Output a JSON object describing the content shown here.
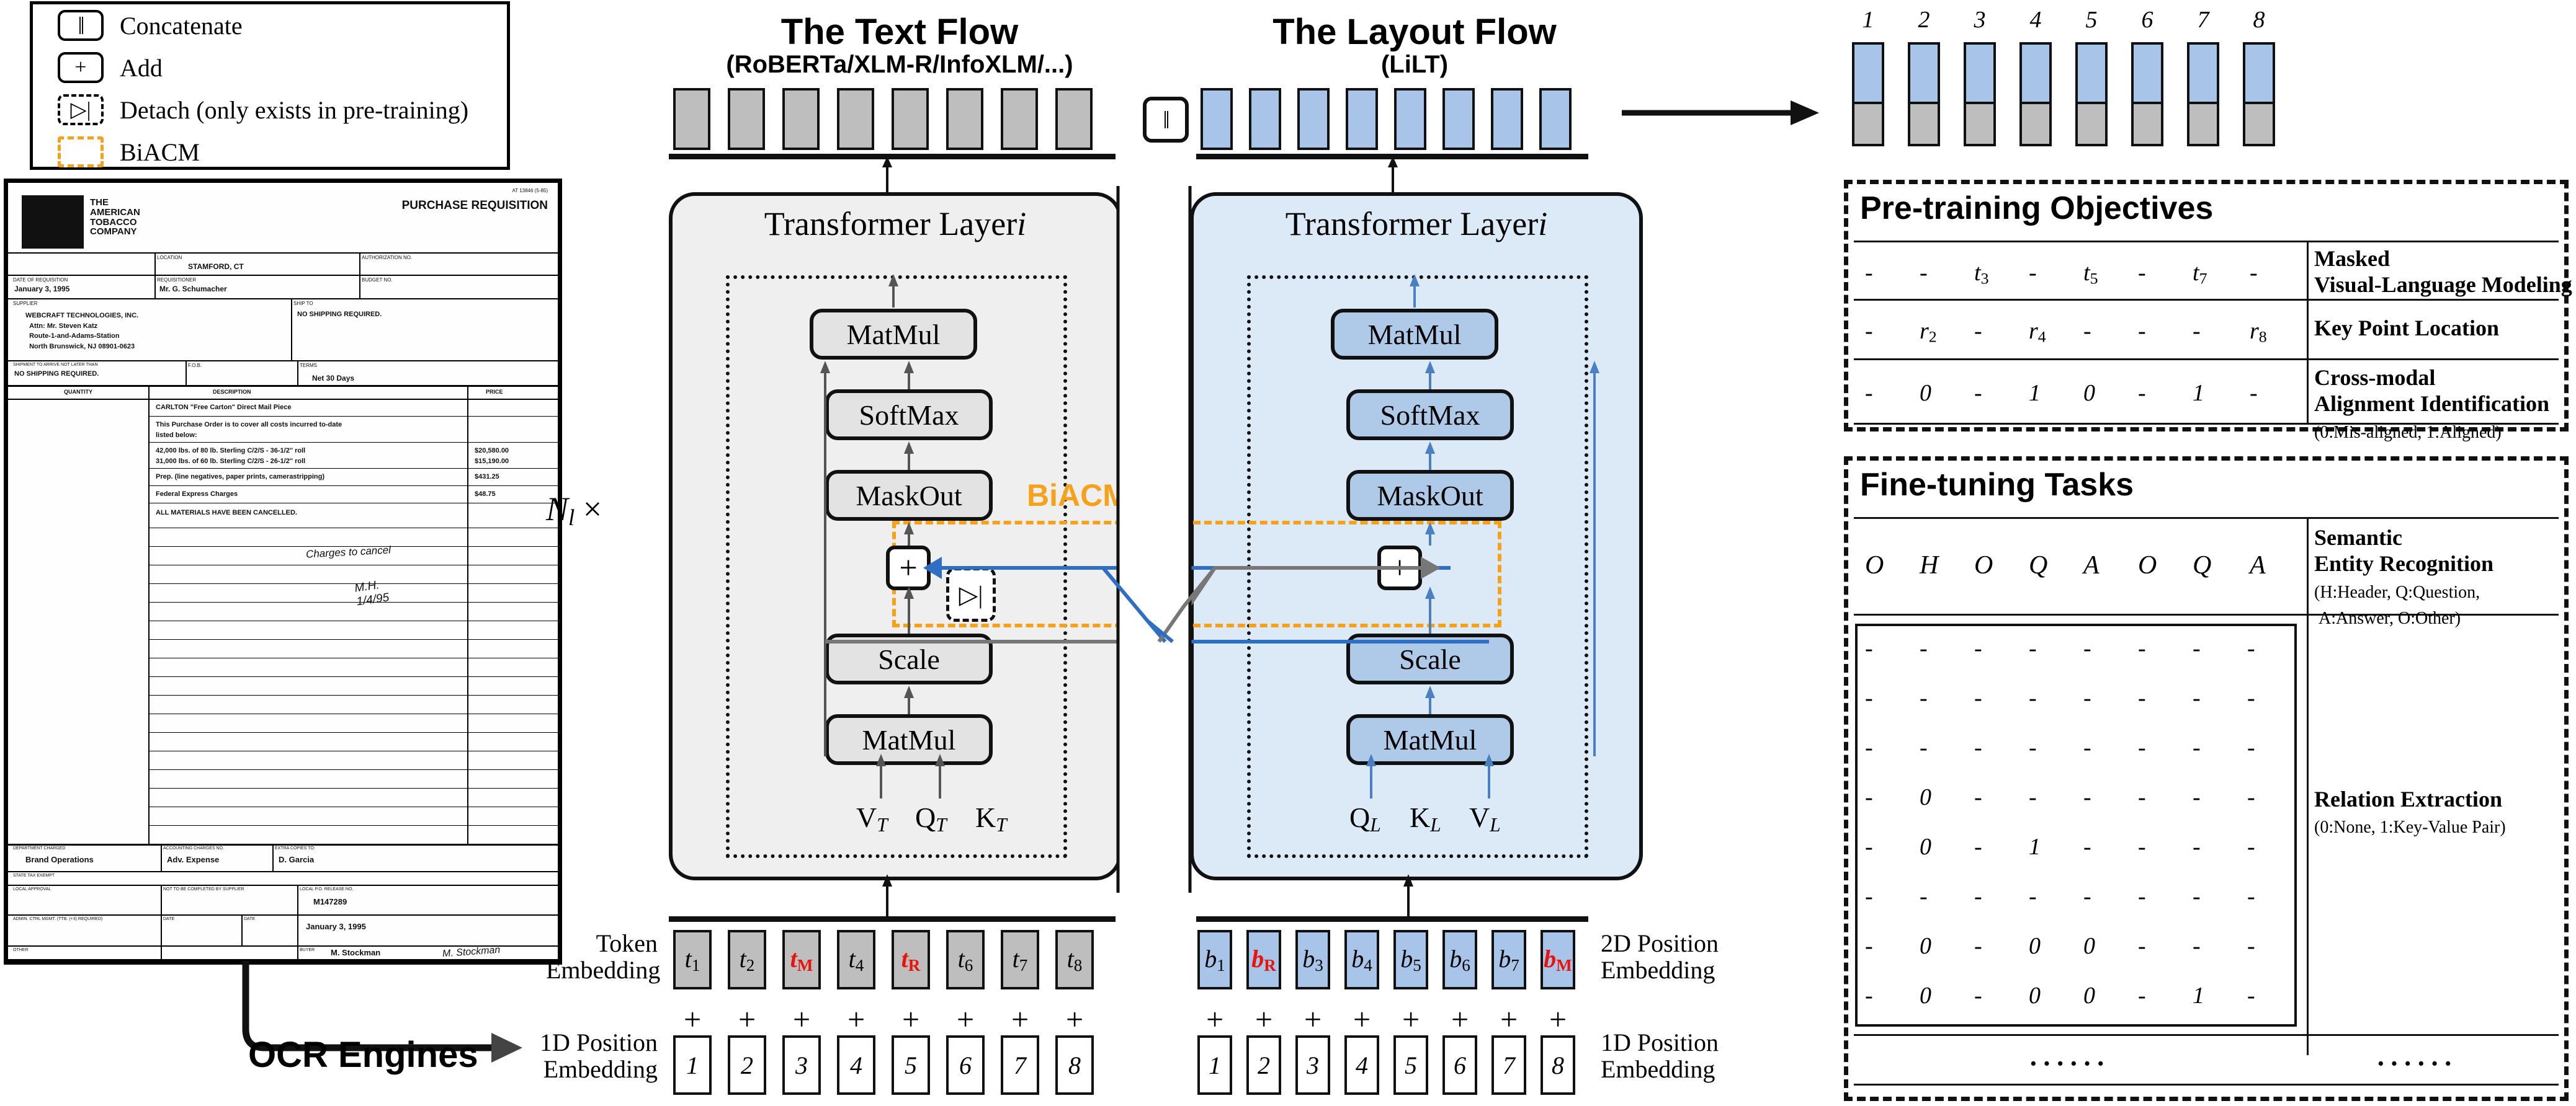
{
  "legend": {
    "items": [
      {
        "glyph": "‖",
        "label": "Concatenate",
        "style": "solid"
      },
      {
        "glyph": "+",
        "label": "Add",
        "style": "solid"
      },
      {
        "glyph": "▷|",
        "label": "Detach (only exists in pre-training)",
        "style": "dashed"
      },
      {
        "glyph": "",
        "label": "BiACM",
        "style": "orange"
      }
    ]
  },
  "document": {
    "company": "THE AMERICAN TOBACCO COMPANY",
    "form_title": "PURCHASE REQUISITION",
    "ref": "AT 13846 (5-85)",
    "fields": [
      {
        "label": "LOCATION",
        "value": "STAMFORD, CT"
      },
      {
        "label": "AUTHORIZATION NO.",
        "value": ""
      },
      {
        "label": "DATE OF REQUISITION",
        "value": "January 3, 1995"
      },
      {
        "label": "REQUISITIONER",
        "value": "Mr. G. Schumacher"
      },
      {
        "label": "BUDGET NO.",
        "value": ""
      },
      {
        "label": "SUPPLIER",
        "value": "WEBCRAFT TECHNOLOGIES, INC.\nAttn: Mr. Steven Katz\nRoute-1-and-Adams-Station\nNorth Brunswick, NJ 08901-0623"
      },
      {
        "label": "SHIP TO",
        "value": "NO SHIPPING REQUIRED."
      },
      {
        "label": "SHIPMENT TO ARRIVE NOT LATER THAN",
        "value": "NO SHIPPING REQUIRED."
      },
      {
        "label": "F.O.B.",
        "value": ""
      },
      {
        "label": "TERMS",
        "value": "Net 30 Days"
      }
    ],
    "table_headers": [
      "QUANTITY",
      "DESCRIPTION",
      "PRICE"
    ],
    "rows": [
      {
        "qty": "",
        "desc": "CARLTON \"Free Carton\" Direct Mail Piece",
        "price": ""
      },
      {
        "qty": "",
        "desc": "This Purchase Order is to cover all costs incurred to-date listed below:",
        "price": ""
      },
      {
        "qty": "",
        "desc": "42,000 lbs. of 80 lb. Sterling C/2/S - 36-1/2\" roll\n31,000 lbs. of 60 lb. Sterling C/2/S - 26-1/2\" roll",
        "price": "$20,580.00\n$15,190.00"
      },
      {
        "qty": "",
        "desc": "Prep. (line negatives, paper prints, camerastripping)",
        "price": "$431.25"
      },
      {
        "qty": "",
        "desc": "Federal Express Charges",
        "price": "$48.75"
      },
      {
        "qty": "",
        "desc": "ALL MATERIALS HAVE BEEN CANCELLED.",
        "price": ""
      }
    ],
    "handwriting": "Charges to cancel",
    "footer": {
      "dept_label": "DEPARTMENT CHARGED",
      "dept_value": "Brand Operations",
      "acct_label": "ACCOUNTING CHARGES NO.",
      "acct_value": "Adv. Expense",
      "extra_label": "EXTRA COPIES TO:",
      "extra_value": "D. Garcia",
      "state_tax": "STATE TAX EXEMPT",
      "local_approval": "LOCAL APPROVAL",
      "to_be_completed": "NOT TO BE COMPLETED BY SUPPLIER",
      "po_release_label": "LOCAL P.O. RELEASE NO.",
      "po_release_value": "M147289",
      "admin_label": "ADMIN. CTRL MGMT. (TTB. (+3) REQUIRED)",
      "date_label": "DATE",
      "date_value": "January 3, 1995",
      "other_label": "OTHER",
      "buyer_label": "BUYER",
      "buyer_value": "M. Stockman"
    }
  },
  "ocr": {
    "label": "OCR Engines"
  },
  "text_flow": {
    "title": "The Text Flow",
    "subtitle": "(RoBERTa/XLM-R/InfoXLM/...)",
    "layer_title": "Transformer Layer i",
    "ops": [
      "MatMul",
      "SoftMax",
      "MaskOut",
      "Scale",
      "MatMul"
    ],
    "add_symbol": "+",
    "detach_symbol": "▷|",
    "inputs": [
      "V",
      "Q",
      "K"
    ],
    "input_subscript": "T"
  },
  "layout_flow": {
    "title": "The Layout Flow",
    "subtitle": "(LiLT)",
    "layer_title": "Transformer Layer i",
    "ops": [
      "MatMul",
      "SoftMax",
      "MaskOut",
      "Scale",
      "MatMul"
    ],
    "add_symbol": "+",
    "inputs": [
      "Q",
      "K",
      "V"
    ],
    "input_subscript": "L"
  },
  "biacm": {
    "label": "BiACM"
  },
  "repeat_label": "N",
  "repeat_sub": "l",
  "repeat_times": "×",
  "concat_symbol": "‖",
  "embeddings": {
    "token_label": "Token\nEmbedding",
    "pos1d_label": "1D Position\nEmbedding",
    "pos2d_label": "2D Position\nEmbedding",
    "pos1d_right_label": "1D Position\nEmbedding",
    "plus": "+",
    "text_tokens": [
      {
        "base": "t",
        "sub": "1",
        "red": false
      },
      {
        "base": "t",
        "sub": "2",
        "red": false
      },
      {
        "base": "t",
        "sub": "M",
        "red": true
      },
      {
        "base": "t",
        "sub": "4",
        "red": false
      },
      {
        "base": "t",
        "sub": "R",
        "red": true
      },
      {
        "base": "t",
        "sub": "6",
        "red": false
      },
      {
        "base": "t",
        "sub": "7",
        "red": false
      },
      {
        "base": "t",
        "sub": "8",
        "red": false
      }
    ],
    "layout_tokens": [
      {
        "base": "b",
        "sub": "1",
        "red": false
      },
      {
        "base": "b",
        "sub": "R",
        "red": true
      },
      {
        "base": "b",
        "sub": "3",
        "red": false
      },
      {
        "base": "b",
        "sub": "4",
        "red": false
      },
      {
        "base": "b",
        "sub": "5",
        "red": false
      },
      {
        "base": "b",
        "sub": "6",
        "red": false
      },
      {
        "base": "b",
        "sub": "7",
        "red": false
      },
      {
        "base": "b",
        "sub": "M",
        "red": true
      }
    ],
    "positions": [
      "1",
      "2",
      "3",
      "4",
      "5",
      "6",
      "7",
      "8"
    ]
  },
  "output_bars": {
    "indices": [
      "1",
      "2",
      "3",
      "4",
      "5",
      "6",
      "7",
      "8"
    ],
    "top_color": "#A9C4E9",
    "bottom_color": "#BEBEBE"
  },
  "pretraining": {
    "title": "Pre-training Objectives",
    "rows": [
      {
        "cells": [
          "-",
          "-",
          "t3",
          "-",
          "t5",
          "-",
          "t7",
          "-"
        ],
        "name": "Masked\nVisual-Language Modeling",
        "note": ""
      },
      {
        "cells": [
          "-",
          "r2",
          "-",
          "r4",
          "-",
          "-",
          "-",
          "r8"
        ],
        "name": "Key Point Location",
        "note": ""
      },
      {
        "cells": [
          "-",
          "0",
          "-",
          "1",
          "0",
          "-",
          "1",
          "-"
        ],
        "name": "Cross-modal\nAlignment Identification",
        "note": "(0:Mis-aligned, 1:Aligned)"
      }
    ]
  },
  "finetuning": {
    "title": "Fine-tuning Tasks",
    "ser": {
      "cells": [
        "O",
        "H",
        "O",
        "Q",
        "A",
        "O",
        "Q",
        "A"
      ],
      "name": "Semantic\nEntity Recognition",
      "note": "(H:Header, Q:Question,\n A:Answer, O:Other)"
    },
    "re": {
      "matrix": [
        [
          "-",
          "-",
          "-",
          "-",
          "-",
          "-",
          "-",
          "-"
        ],
        [
          "-",
          "-",
          "-",
          "-",
          "-",
          "-",
          "-",
          "-"
        ],
        [
          "-",
          "-",
          "-",
          "-",
          "-",
          "-",
          "-",
          "-"
        ],
        [
          "-",
          "0",
          "-",
          "-",
          "-",
          "-",
          "-",
          "-"
        ],
        [
          "-",
          "0",
          "-",
          "1",
          "-",
          "-",
          "-",
          "-"
        ],
        [
          "-",
          "-",
          "-",
          "-",
          "-",
          "-",
          "-",
          "-"
        ],
        [
          "-",
          "0",
          "-",
          "0",
          "0",
          "-",
          "-",
          "-"
        ],
        [
          "-",
          "0",
          "-",
          "0",
          "0",
          "-",
          "1",
          "-"
        ]
      ],
      "name": "Relation Extraction",
      "note": "(0:None, 1:Key-Value Pair)"
    },
    "ellipsis_left": "······",
    "ellipsis_right": "······"
  }
}
